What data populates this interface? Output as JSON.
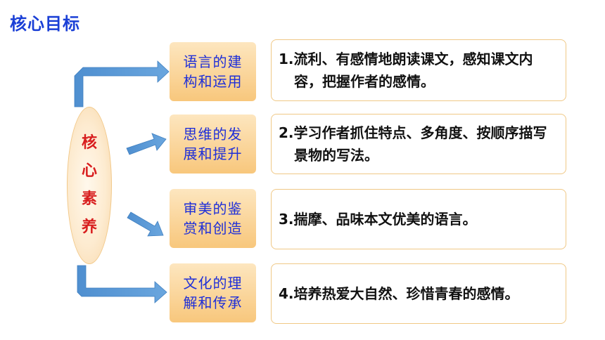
{
  "page_title": "核心目标",
  "core": {
    "label": "核心素养",
    "chars": [
      "核",
      "心",
      "素",
      "养"
    ]
  },
  "categories": [
    {
      "label": "语言的建构和运用"
    },
    {
      "label": "思维的发展和提升"
    },
    {
      "label": "审美的鉴赏和创造"
    },
    {
      "label": "文化的理解和传承"
    }
  ],
  "objectives": [
    {
      "text": "1.流利、有感情地朗读课文，感知课文内容，把握作者的感情。"
    },
    {
      "text": "2.学习作者抓住特点、多角度、按顺序描写景物的写法。"
    },
    {
      "text": "3.揣摩、品味本文优美的语言。"
    },
    {
      "text": "4.培养热爱大自然、珍惜青春的感情。"
    }
  ],
  "colors": {
    "title": "#1a3fd6",
    "core_text": "#d81e1e",
    "category_text": "#1f2fd8",
    "arrow": "#5b9bd5",
    "box_border": "#f0c886"
  }
}
